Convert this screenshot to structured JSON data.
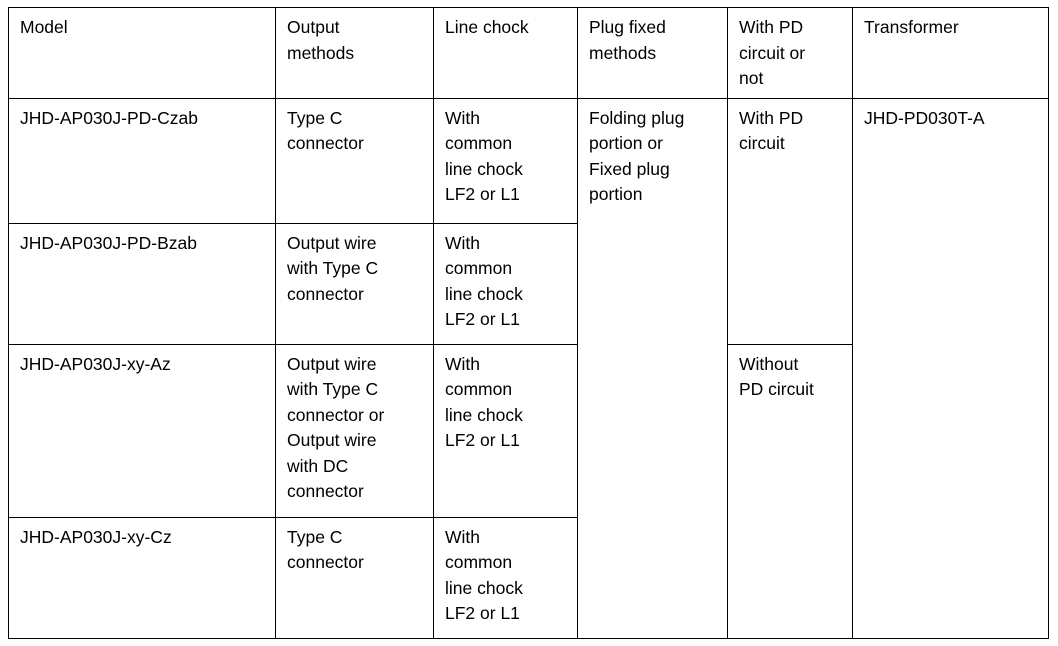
{
  "table": {
    "columns": [
      {
        "key": "model",
        "header": "Model"
      },
      {
        "key": "output",
        "header": "Output\nmethods"
      },
      {
        "key": "chock",
        "header": "Line chock"
      },
      {
        "key": "plug",
        "header": "Plug fixed\nmethods"
      },
      {
        "key": "pd",
        "header": "With PD\ncircuit or\nnot"
      },
      {
        "key": "transformer",
        "header": "Transformer"
      }
    ],
    "rows": [
      {
        "model": "JHD-AP030J-PD-Czab",
        "output": "Type C\nconnector",
        "chock": "With\ncommon\nline chock\nLF2 or L1",
        "plug": "Folding plug\nportion or\nFixed plug\nportion",
        "pd": "With PD\ncircuit",
        "transformer": "JHD-PD030T-A"
      },
      {
        "model": "JHD-AP030J-PD-Bzab",
        "output": "Output wire\nwith Type C\nconnector",
        "chock": "With\ncommon\nline chock\nLF2 or L1"
      },
      {
        "model": "JHD-AP030J-xy-Az",
        "output": "Output wire\nwith Type C\nconnector or\nOutput wire\nwith DC\nconnector",
        "chock": "With\ncommon\nline chock\nLF2 or L1",
        "pd": "Without\nPD circuit"
      },
      {
        "model": "JHD-AP030J-xy-Cz",
        "output": "Type C\nconnector",
        "chock": "With\ncommon\nline chock\nLF2 or L1"
      }
    ]
  }
}
